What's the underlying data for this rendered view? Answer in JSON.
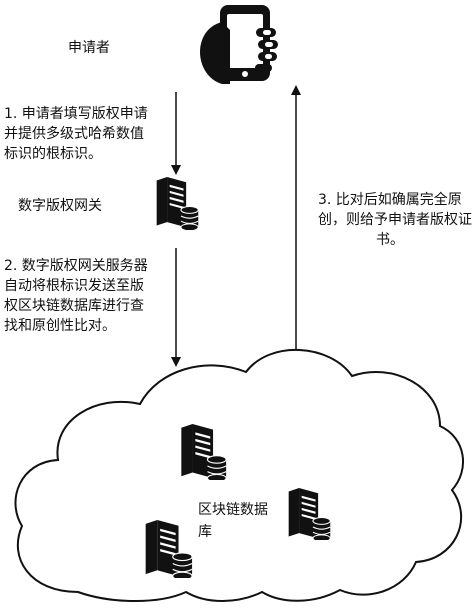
{
  "applicant": {
    "label": "申请者",
    "icon": "hand-holding-phone-icon"
  },
  "gateway": {
    "label": "数字版权网关",
    "icon": "server-with-database-icon"
  },
  "blockchain": {
    "label_line1": "区块链数据",
    "label_line2": "库",
    "icon": "cloud-icon"
  },
  "steps": {
    "step1": [
      "1. 申请者填写版权申请",
      "并提供多级式哈希数值",
      "标识的根标识。"
    ],
    "step2": [
      "2. 数字版权网关服务器",
      "自动将根标识发送至版",
      "权区块链数据库进行查",
      "找和原创性比对。"
    ],
    "step3": [
      "3. 比对后如确属完全原",
      "创，则给予申请者版权证",
      "书。"
    ]
  },
  "colors": {
    "line": "#111111",
    "fill": "#ffffff"
  }
}
